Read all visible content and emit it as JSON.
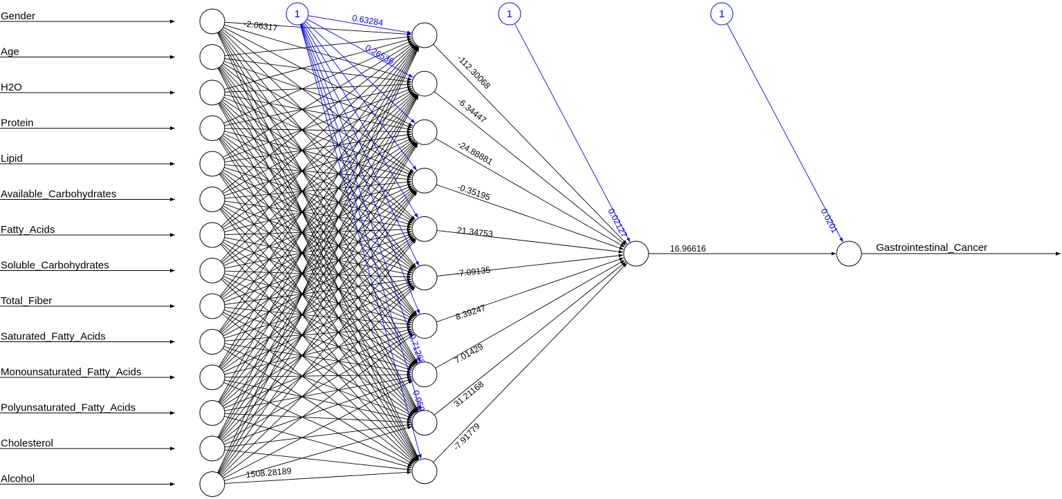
{
  "diagram": {
    "inputs": [
      "Gender",
      "Age",
      "H2O",
      "Protein",
      "Lipid",
      "Available_Carbohydrates",
      "Fatty_Acids",
      "Soluble_Carbohydrates",
      "Total_Fiber",
      "Saturated_Fatty_Acids",
      "Monounsaturated_Fatty_Acids",
      "Polyunsaturated_Fatty_Acids",
      "Cholesterol",
      "Alcohol"
    ],
    "output": "Gastrointestinal_Cancer",
    "bias_label": "1",
    "input_weight_labels": [
      "-2.06317",
      "1508.28189"
    ],
    "hidden1_bias_weight_labels": [
      "0.63284",
      "0.26536",
      "0.71268",
      "0.05923"
    ],
    "hidden1_to_hidden2_weights": [
      "-112.30068",
      "-6.34447",
      "-24.88881",
      "-0.35195",
      "21.34753",
      "-7.09135",
      "8.39247",
      "7.01429",
      "31.21168",
      "-7.91779"
    ],
    "hidden2_bias_weight": "0.02127",
    "hidden2_to_hidden3_weight": "16.96616",
    "output_bias_weight": "0.0201"
  }
}
